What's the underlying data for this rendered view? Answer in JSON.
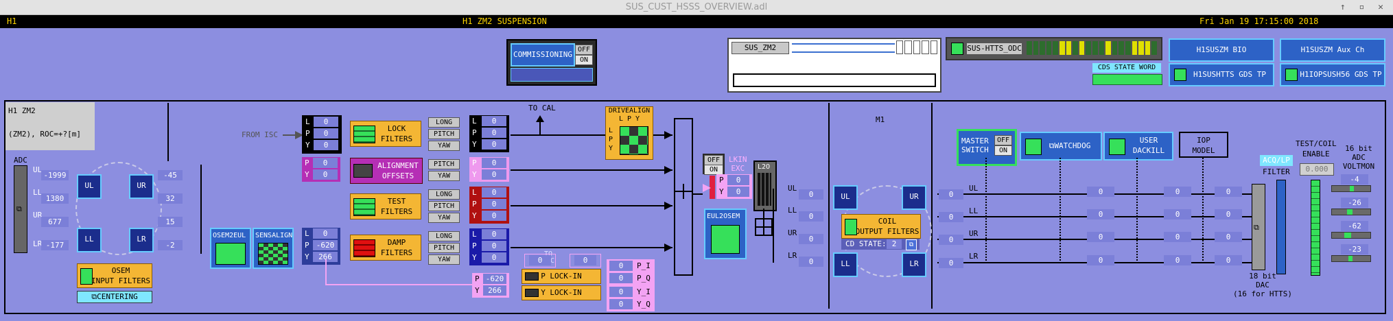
{
  "window": {
    "title": "SUS_CUST_HSSS_OVERVIEW.adl",
    "controls": "↑ ▫ ✕"
  },
  "header": {
    "left": "H1",
    "center": "H1 ZM2 SUSPENSION",
    "right": "Fri Jan 19 17:15:00 2018"
  },
  "top": {
    "commissioning": "COMMISSIONING",
    "off": "OFF",
    "on": "ON",
    "sus_label": "SUS_ZM2",
    "htts_label": "SUS-HTTS_ODC",
    "btn_bio": "H1SUSZM BIO",
    "btn_aux": "H1SUSZM Aux Ch",
    "btn_htts_gds": "H1SUSHTTS GDS TP",
    "btn_iop_gds": "H1IOPSUSH56 GDS TP",
    "cds_state_word": "CDS STATE WORD"
  },
  "adc": {
    "info_title": "H1   ZM2",
    "info_roc": "(ZM2), ROC=+?[m]",
    "label": "ADC",
    "channels": [
      "UL",
      "LL",
      "UR",
      "LR"
    ],
    "values": [
      "-1999",
      "1380",
      "677",
      "-177"
    ],
    "osem_values": [
      "-45",
      "32",
      "15",
      "-2"
    ],
    "osem_input_filters": [
      "OSEM",
      "INPUT FILTERS"
    ],
    "centering": "CENTERING",
    "osem2eul": "OSEM2EUL",
    "sensalign": "SENSALIGN"
  },
  "from_isc": "FROM ISC",
  "to_cal": "TO CAL",
  "lpy_labels": [
    "L",
    "P",
    "Y"
  ],
  "lock": {
    "label": [
      "LOCK",
      "FILTERS"
    ],
    "in": [
      "0",
      "0",
      "0"
    ],
    "out": [
      "0",
      "0",
      "0"
    ],
    "dofs": [
      "LONG",
      "PITCH",
      "YAW"
    ]
  },
  "alignment": {
    "label": [
      "ALIGNMENT",
      "OFFSETS"
    ],
    "in": [
      "0",
      "0"
    ],
    "out": [
      "0",
      "0"
    ],
    "dofs": [
      "PITCH",
      "YAW"
    ],
    "axes": [
      "P",
      "Y"
    ]
  },
  "test": {
    "label": [
      "TEST",
      "FILTERS"
    ],
    "out": [
      "0",
      "0",
      "0"
    ],
    "dofs": [
      "LONG",
      "PITCH",
      "YAW"
    ]
  },
  "damp": {
    "label": [
      "DAMP",
      "FILTERS"
    ],
    "in": [
      "0",
      "-620",
      "266"
    ],
    "out": [
      "0",
      "0",
      "0"
    ],
    "dofs": [
      "LONG",
      "PITCH",
      "YAW"
    ]
  },
  "drivealign": {
    "label": "DRIVEALIGN",
    "axes": "L P Y"
  },
  "lockin": {
    "to_exc": [
      "TO",
      "EXC"
    ],
    "exc_vals": [
      "0",
      "0"
    ],
    "p_label": "P LOCK-IN",
    "y_label": "Y LOCK-IN",
    "py_vals": [
      "-620",
      "266"
    ],
    "outputs": [
      [
        "0",
        "P_I"
      ],
      [
        "0",
        "P_Q"
      ],
      [
        "0",
        "Y_I"
      ],
      [
        "0",
        "Y_Q"
      ]
    ]
  },
  "lkin": {
    "label": [
      "LKIN",
      "EXC"
    ],
    "off": "OFF",
    "on": "ON",
    "vals": [
      "0",
      "0"
    ],
    "l20": "L2O"
  },
  "eul2osem": "EUL2OSEM",
  "m1": {
    "label": "M1",
    "channels": [
      "UL",
      "LL",
      "UR",
      "LR"
    ],
    "values": [
      "0",
      "0",
      "0",
      "0"
    ],
    "coil_filters": [
      "COIL",
      "OUTPUT FILTERS"
    ],
    "cd_state": "CD STATE:",
    "cd_value": "2"
  },
  "out": {
    "master": [
      "MASTER",
      "SWITCH"
    ],
    "off": "OFF",
    "on": "ON",
    "watchdog": "WATCHDOG",
    "user_dackill": [
      "USER",
      "DACKILL"
    ],
    "iop_model": [
      "IOP",
      "MODEL"
    ],
    "channels": [
      "UL",
      "LL",
      "UR",
      "LR"
    ],
    "col1": [
      "0",
      "0",
      "0",
      "0"
    ],
    "col2": [
      "0",
      "0",
      "0",
      "0"
    ],
    "col3": [
      "0",
      "0",
      "0",
      "0"
    ],
    "col4": [
      "0",
      "0",
      "0",
      "0"
    ],
    "dac": [
      "18 bit",
      "DAC",
      "(16 for HTTS)"
    ],
    "acq": "ACQ",
    "lp": "LP",
    "filter": "FILTER",
    "test_coil": [
      "TEST/COIL",
      "ENABLE"
    ],
    "test_coil_val": "0.000",
    "adc_volt": [
      "16 bit",
      "ADC",
      "VOLTMON"
    ],
    "volt_values": [
      "-4",
      "-26",
      "-62",
      "-23"
    ]
  },
  "colors": {
    "background": "#8c8ee0",
    "header": "#000000",
    "accent_yellow": "#f4b634",
    "green": "#36e05a"
  }
}
